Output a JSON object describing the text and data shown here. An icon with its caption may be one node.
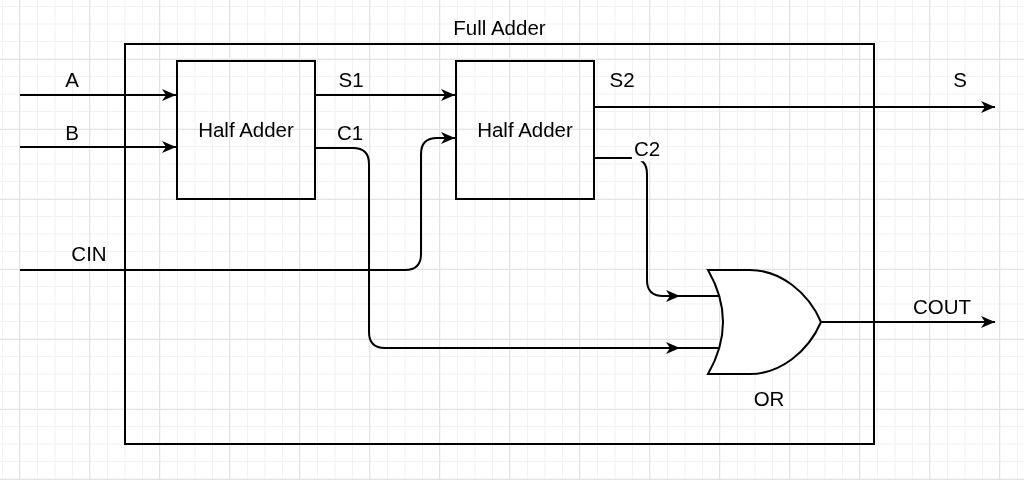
{
  "diagram": {
    "nodes": [
      {
        "text": [
          "Full Adder"
        ]
      },
      {
        "text": [
          "Half Adder"
        ],
        "in": 0
      },
      {
        "text": [
          "Half Adder"
        ],
        "in": 0
      },
      {
        "text": [
          "OR"
        ],
        "in": 0
      }
    ],
    "edges": [
      {
        "from": null,
        "to": 1,
        "arrow": "to",
        "label": "A"
      },
      {
        "from": null,
        "to": 1,
        "arrow": "to",
        "label": "B"
      },
      {
        "from": 1,
        "to": 2,
        "arrow": "to",
        "label": "S1"
      },
      {
        "from": 1,
        "to": 3,
        "arrow": "to",
        "label": "C1"
      },
      {
        "from": null,
        "to": 2,
        "arrow": "to",
        "label": "CIN"
      },
      {
        "from": 2,
        "to": null,
        "arrow": "to",
        "label": "S2"
      },
      {
        "from": 2,
        "to": 3,
        "arrow": "to",
        "label": "C2"
      },
      {
        "from": 3,
        "to": null,
        "arrow": "to",
        "label": "COUT"
      }
    ],
    "labels": [
      "S"
    ]
  }
}
